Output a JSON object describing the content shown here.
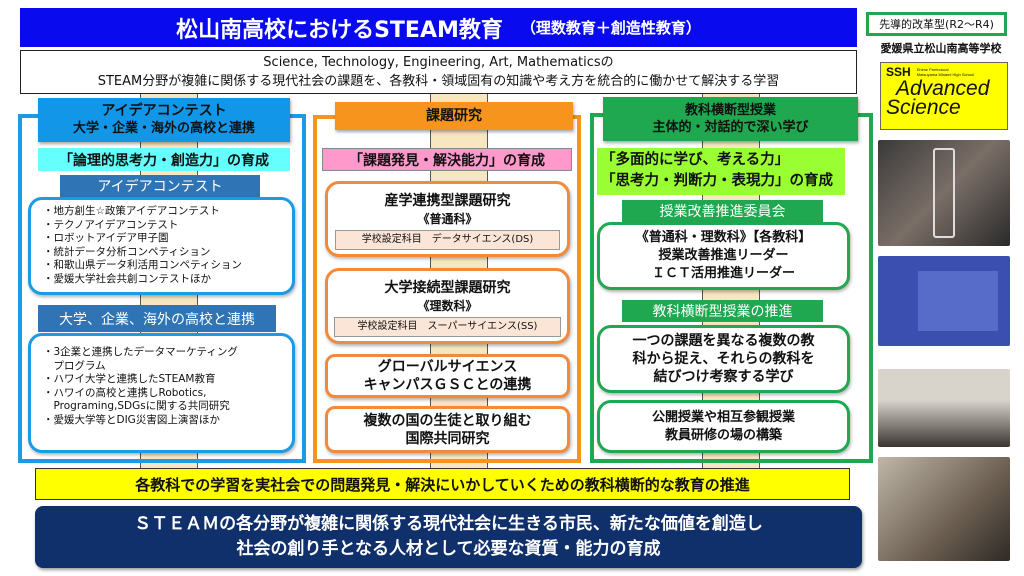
{
  "title": {
    "main": "松山南高校におけるSTEAM教育",
    "sub": "（理数教育＋創造性教育）"
  },
  "intro": {
    "line1": "Science, Technology, Engineering, Art, Mathematicsの",
    "line2": "STEAM分野が複雑に関係する現代社会の課題を、各教科・領域固有の知識や考え方を統合的に働かせて解決する学習"
  },
  "left": {
    "header1": "アイデアコンテスト",
    "header2": "大学・企業・海外の高校と連携",
    "goal": "「論理的思考力・創造力」の育成",
    "sub1": "アイデアコンテスト",
    "items1": [
      "・地方創生☆政策アイデアコンテスト",
      "・テクノアイデアコンテスト",
      "・ロボットアイデア甲子園",
      "・統計データ分析コンペティション",
      "・和歌山県データ利活用コンペティション",
      "・愛媛大学社会共創コンテストほか"
    ],
    "sub2": "大学、企業、海外の高校と連携",
    "items2": [
      "・3企業と連携したデータマーケティング",
      "　プログラム",
      "・ハワイ大学と連携したSTEAM教育",
      "・ハワイの高校と連携しRobotics,",
      "　Programing,SDGsに関する共同研究",
      "・愛媛大学等とDIG災害図上演習ほか"
    ]
  },
  "center": {
    "header": "課題研究",
    "goal": "「課題発見・解決能力」の育成",
    "box1": {
      "title": "産学連携型課題研究",
      "course": "《普通科》",
      "subject": "学校設定科目　データサイエンス(DS)"
    },
    "box2": {
      "title": "大学接続型課題研究",
      "course": "《理数科》",
      "subject": "学校設定科目　スーパーサイエンス(SS)"
    },
    "box3": {
      "line1": "グローバルサイエンス",
      "line2": "キャンパスＧＳＣとの連携"
    },
    "box4": {
      "line1": "複数の国の生徒と取り組む",
      "line2": "国際共同研究"
    }
  },
  "right": {
    "header1": "教科横断型授業",
    "header2": "主体的・対話的で深い学び",
    "goal1": "「多面的に学び、考える力」",
    "goal2": "「思考力・判断力・表現力」の育成",
    "sub1": "授業改善推進委員会",
    "box1": [
      "《普通科・理数科》【各教科】",
      "授業改善推進リーダー",
      "ＩＣＴ活用推進リーダー"
    ],
    "sub2": "教科横断型授業の推進",
    "box2": [
      "一つの課題を異なる複数の教",
      "科から捉え、それらの教科を",
      "結びつけ考察する学び"
    ],
    "box3": [
      "公開授業や相互参観授業",
      "教員研修の場の構築"
    ]
  },
  "yellow_bar": "各教科での学習を実社会での問題発見・解決にいかしていくための教科横断的な教育の推進",
  "goal_bar": {
    "line1": "ＳＴＥＡＭの各分野が複雑に関係する現代社会に生きる市民、新たな価値を創造し",
    "line2": "社会の創り手となる人材として必要な資質・能力の育成"
  },
  "side": {
    "tag": "先導的改革型(R2～R4)",
    "school": "愛媛県立松山南高等学校",
    "logo": {
      "ssh": "SSH",
      "small1": "Ehime Prefectural",
      "small2": "Matsuyama Minami High School",
      "line1": "Advanced",
      "line2": "Science"
    }
  },
  "colors": {
    "title": "#0a0aee",
    "blue": "#1a9be6",
    "orange": "#f7941d",
    "green": "#1fa84f",
    "navy": "#10306b"
  }
}
